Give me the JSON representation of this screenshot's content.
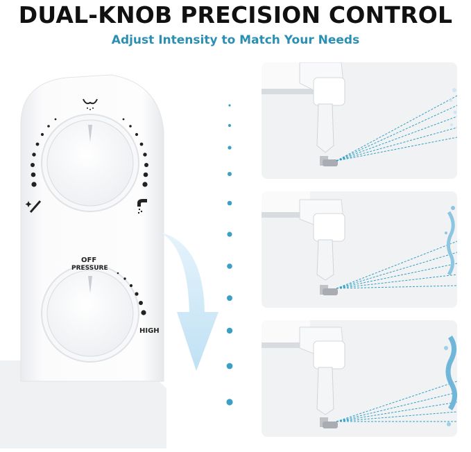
{
  "header": {
    "title": "DUAL-KNOB PRECISION CONTROL",
    "subtitle": "Adjust Intensity to Match Your Needs"
  },
  "device": {
    "pressure_off_label": "OFF",
    "pressure_label": "PRESSURE",
    "pressure_high_label": "HIGH",
    "top_icon": "nozzle-spray-icon",
    "left_icon": "self-clean-wand-icon",
    "right_icon": "wash-spray-icon"
  },
  "colors": {
    "accent": "#2a8fb3",
    "dot": "#3aa0c6",
    "arrow": "#cfe8f6",
    "panel_bg": "#f1f2f4",
    "spray": "#2f9fc4"
  },
  "panels": [
    {
      "name": "low-intensity"
    },
    {
      "name": "medium-intensity"
    },
    {
      "name": "high-intensity"
    }
  ]
}
